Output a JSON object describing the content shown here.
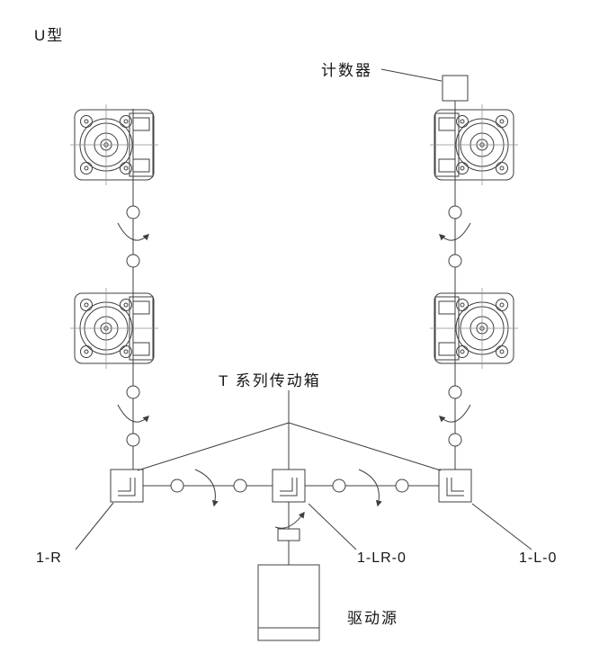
{
  "diagram": {
    "type_label": "U型",
    "labels": {
      "counter": "计数器",
      "transmission_series": "T 系列传动箱",
      "model_left": "1-R",
      "model_center": "1-LR-0",
      "model_right": "1-L-0",
      "drive_source": "驱动源"
    },
    "colors": {
      "line": "#3f3f3f",
      "text": "#161616",
      "background": "#ffffff"
    }
  }
}
